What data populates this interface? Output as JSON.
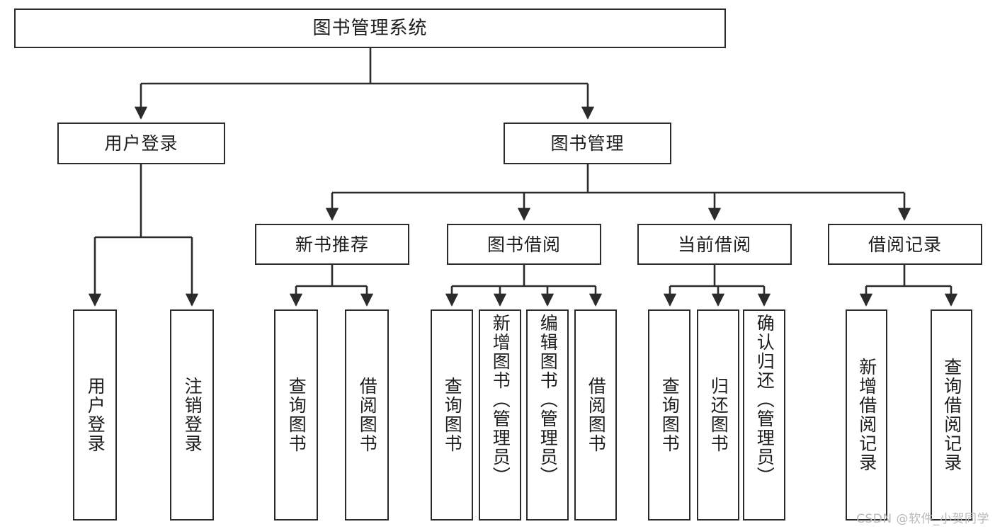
{
  "diagram": {
    "type": "tree",
    "title": "图书管理系统",
    "watermark": "CSDN @软件_小贺同学",
    "colors": {
      "box_border": "#2b2b2b",
      "box_fill": "#ffffff",
      "connector": "#2b2b2b",
      "background": "#ffffff",
      "watermark": "#b9b9b9"
    },
    "root": {
      "label": "图书管理系统",
      "children": [
        {
          "label": "用户登录",
          "children": [
            {
              "label": "用户登录"
            },
            {
              "label": "注销登录"
            }
          ]
        },
        {
          "label": "图书管理",
          "children": [
            {
              "label": "新书推荐",
              "children": [
                {
                  "label": "查询图书"
                },
                {
                  "label": "借阅图书"
                }
              ]
            },
            {
              "label": "图书借阅",
              "children": [
                {
                  "label": "查询图书"
                },
                {
                  "label": "新增图书（管理员）"
                },
                {
                  "label": "编辑图书（管理员）"
                },
                {
                  "label": "借阅图书"
                }
              ]
            },
            {
              "label": "当前借阅",
              "children": [
                {
                  "label": "查询图书"
                },
                {
                  "label": "归还图书"
                },
                {
                  "label": "确认归还（管理员）"
                }
              ]
            },
            {
              "label": "借阅记录",
              "children": [
                {
                  "label": "新增借阅记录"
                },
                {
                  "label": "查询借阅记录"
                }
              ]
            }
          ]
        }
      ]
    },
    "nodes": {
      "title": "图书管理系统",
      "level2": {
        "user_login": "用户登录",
        "book_manage": "图书管理"
      },
      "level3": {
        "new_book_recommend": "新书推荐",
        "book_borrow": "图书借阅",
        "current_borrow": "当前借阅",
        "borrow_record": "借阅记录"
      },
      "leaves": {
        "user_login_login": "用户登录",
        "user_login_logout": "注销登录",
        "recommend_query": "查询图书",
        "recommend_borrow": "借阅图书",
        "borrow_query": "查询图书",
        "borrow_add": "新增图书（管理员）",
        "borrow_edit": "编辑图书（管理员）",
        "borrow_borrow": "借阅图书",
        "current_query": "查询图书",
        "current_return": "归还图书",
        "current_confirm": "确认归还（管理员）",
        "record_add": "新增借阅记录",
        "record_query": "查询借阅记录"
      }
    }
  }
}
